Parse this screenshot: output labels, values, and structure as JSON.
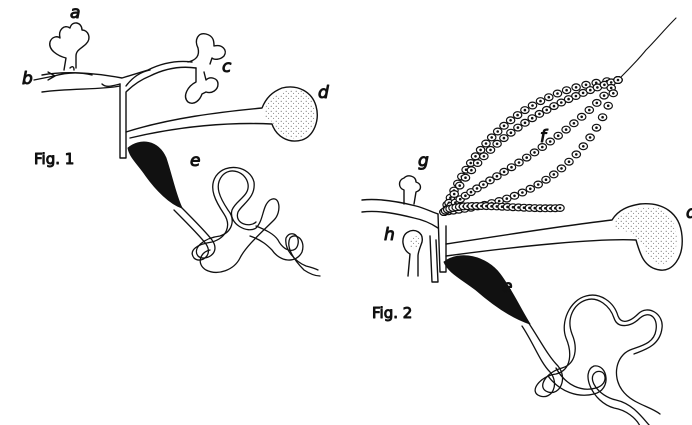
{
  "figure1": {
    "caption": "Fig. 1",
    "labels": {
      "a": "a",
      "b": "b",
      "c": "c",
      "d": "d",
      "e": "e"
    }
  },
  "figure2": {
    "caption": "Fig. 2",
    "labels": {
      "d": "d",
      "e": "e",
      "f": "f",
      "g": "g",
      "h": "h"
    }
  },
  "colors": {
    "ink": "#111111",
    "background": "#ffffff",
    "stipple": "#6a6a6a"
  }
}
